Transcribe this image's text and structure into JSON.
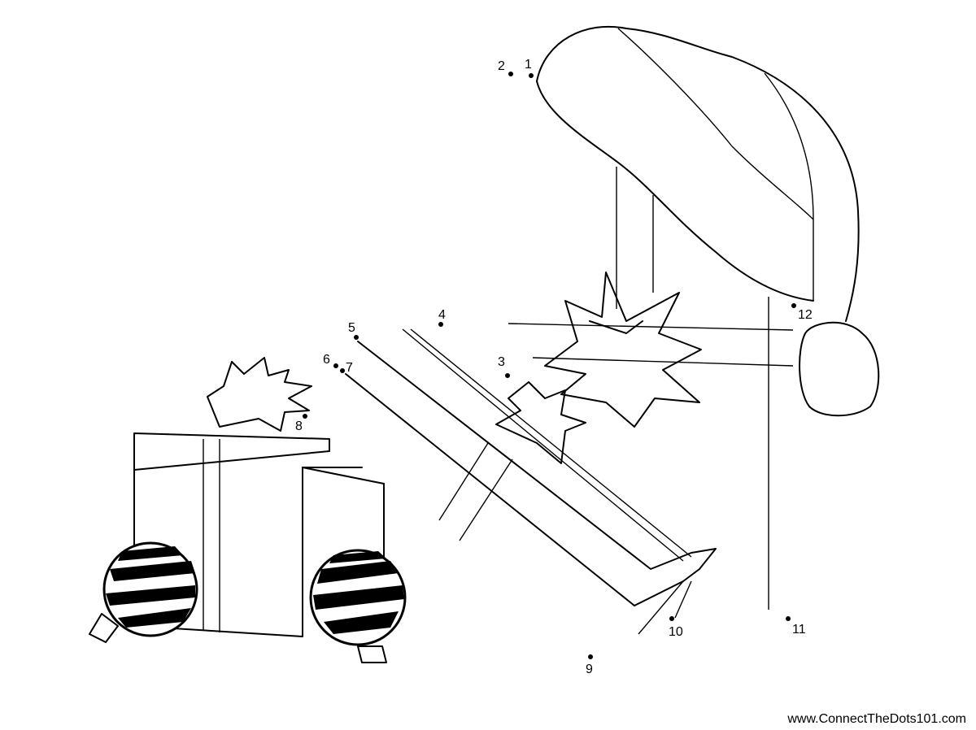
{
  "credit": "www.ConnectTheDots101.com",
  "dots": [
    {
      "label": "1"
    },
    {
      "label": "2"
    },
    {
      "label": "3"
    },
    {
      "label": "4"
    },
    {
      "label": "5"
    },
    {
      "label": "6"
    },
    {
      "label": "7"
    },
    {
      "label": "8"
    },
    {
      "label": "9"
    },
    {
      "label": "10"
    },
    {
      "label": "11"
    },
    {
      "label": "12"
    }
  ],
  "colors": {
    "ink": "#000000",
    "paper": "#ffffff"
  }
}
